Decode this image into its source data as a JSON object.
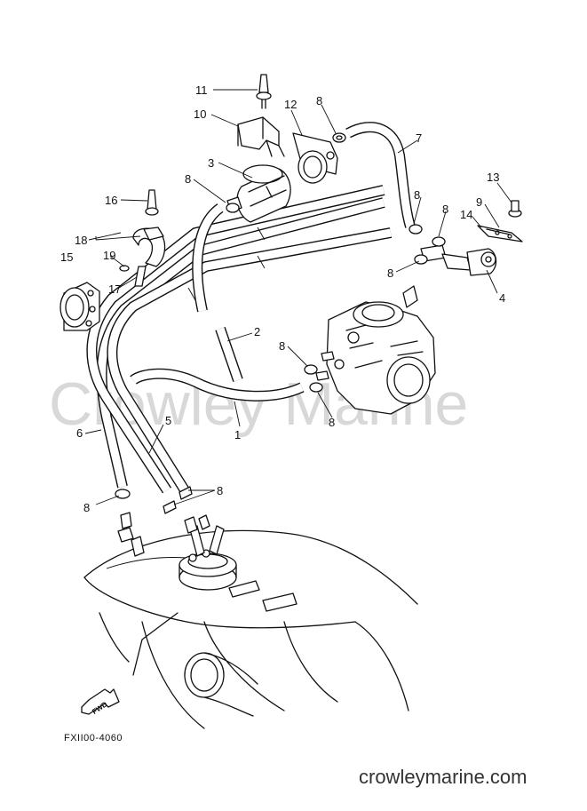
{
  "watermark": "Crowley Marine",
  "website": "crowleymarine.com",
  "drawing_code": "FXII00-4060",
  "fwd_label": "FWD",
  "callouts": {
    "c1": "1",
    "c2": "2",
    "c3": "3",
    "c4": "4",
    "c5": "5",
    "c6": "6",
    "c7": "7",
    "c8a": "8",
    "c8b": "8",
    "c8c": "8",
    "c8d": "8",
    "c8e": "8",
    "c8f": "8",
    "c8g": "8",
    "c8h": "8",
    "c8i": "8",
    "c9": "9",
    "c10": "10",
    "c11": "11",
    "c12": "12",
    "c13": "13",
    "c14": "14",
    "c15": "15",
    "c16": "16",
    "c17": "17",
    "c18": "18",
    "c19": "19"
  }
}
